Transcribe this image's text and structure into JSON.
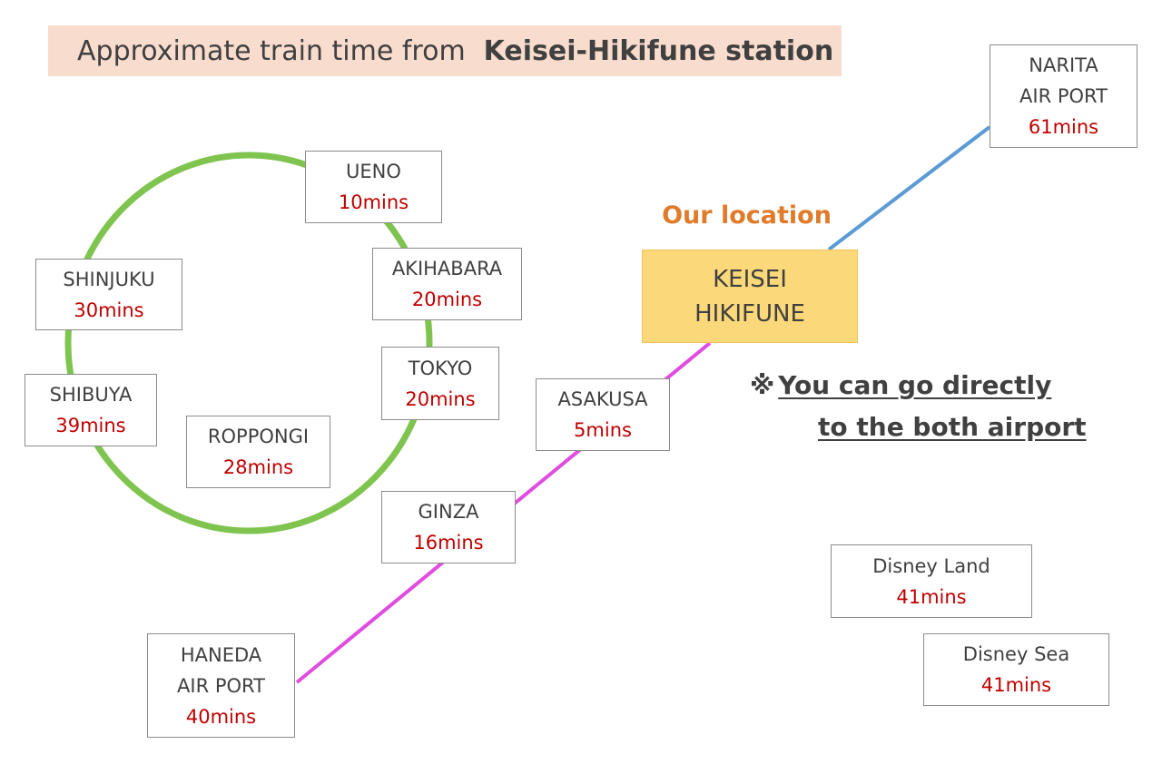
{
  "title": {
    "prefix": "Approximate train time from",
    "station": "Keisei-Hikifune station"
  },
  "our_location": {
    "label": "Our location",
    "name_line1": "KEISEI",
    "name_line2": "HIKIFUNE"
  },
  "note": {
    "mark": "※",
    "line1": "You can go directly",
    "line2": "to the both airport"
  },
  "stations": {
    "ueno": {
      "name": "UENO",
      "time": "10mins"
    },
    "akihabara": {
      "name": "AKIHABARA",
      "time": "20mins"
    },
    "tokyo": {
      "name": "TOKYO",
      "time": "20mins"
    },
    "shinjuku": {
      "name": "SHINJUKU",
      "time": "30mins"
    },
    "shibuya": {
      "name": "SHIBUYA",
      "time": "39mins"
    },
    "roppongi": {
      "name": "ROPPONGI",
      "time": "28mins"
    },
    "asakusa": {
      "name": "ASAKUSA",
      "time": "5mins"
    },
    "ginza": {
      "name": "GINZA",
      "time": "16mins"
    },
    "haneda": {
      "name_line1": "HANEDA",
      "name_line2": "AIR PORT",
      "time": "40mins"
    },
    "narita": {
      "name_line1": "NARITA",
      "name_line2": "AIR PORT",
      "time": "61mins"
    },
    "disney_land": {
      "name": "Disney Land",
      "time": "41mins"
    },
    "disney_sea": {
      "name": "Disney Sea",
      "time": "41mins"
    }
  },
  "colors": {
    "loop_line": "#7ec44f",
    "asakusa_line": "#e14ce0",
    "narita_line": "#5b9bd5",
    "time_text": "#c00000",
    "our_location_label": "#e07b2b",
    "home_fill": "#fbd879",
    "title_band": "#f8dccd"
  }
}
